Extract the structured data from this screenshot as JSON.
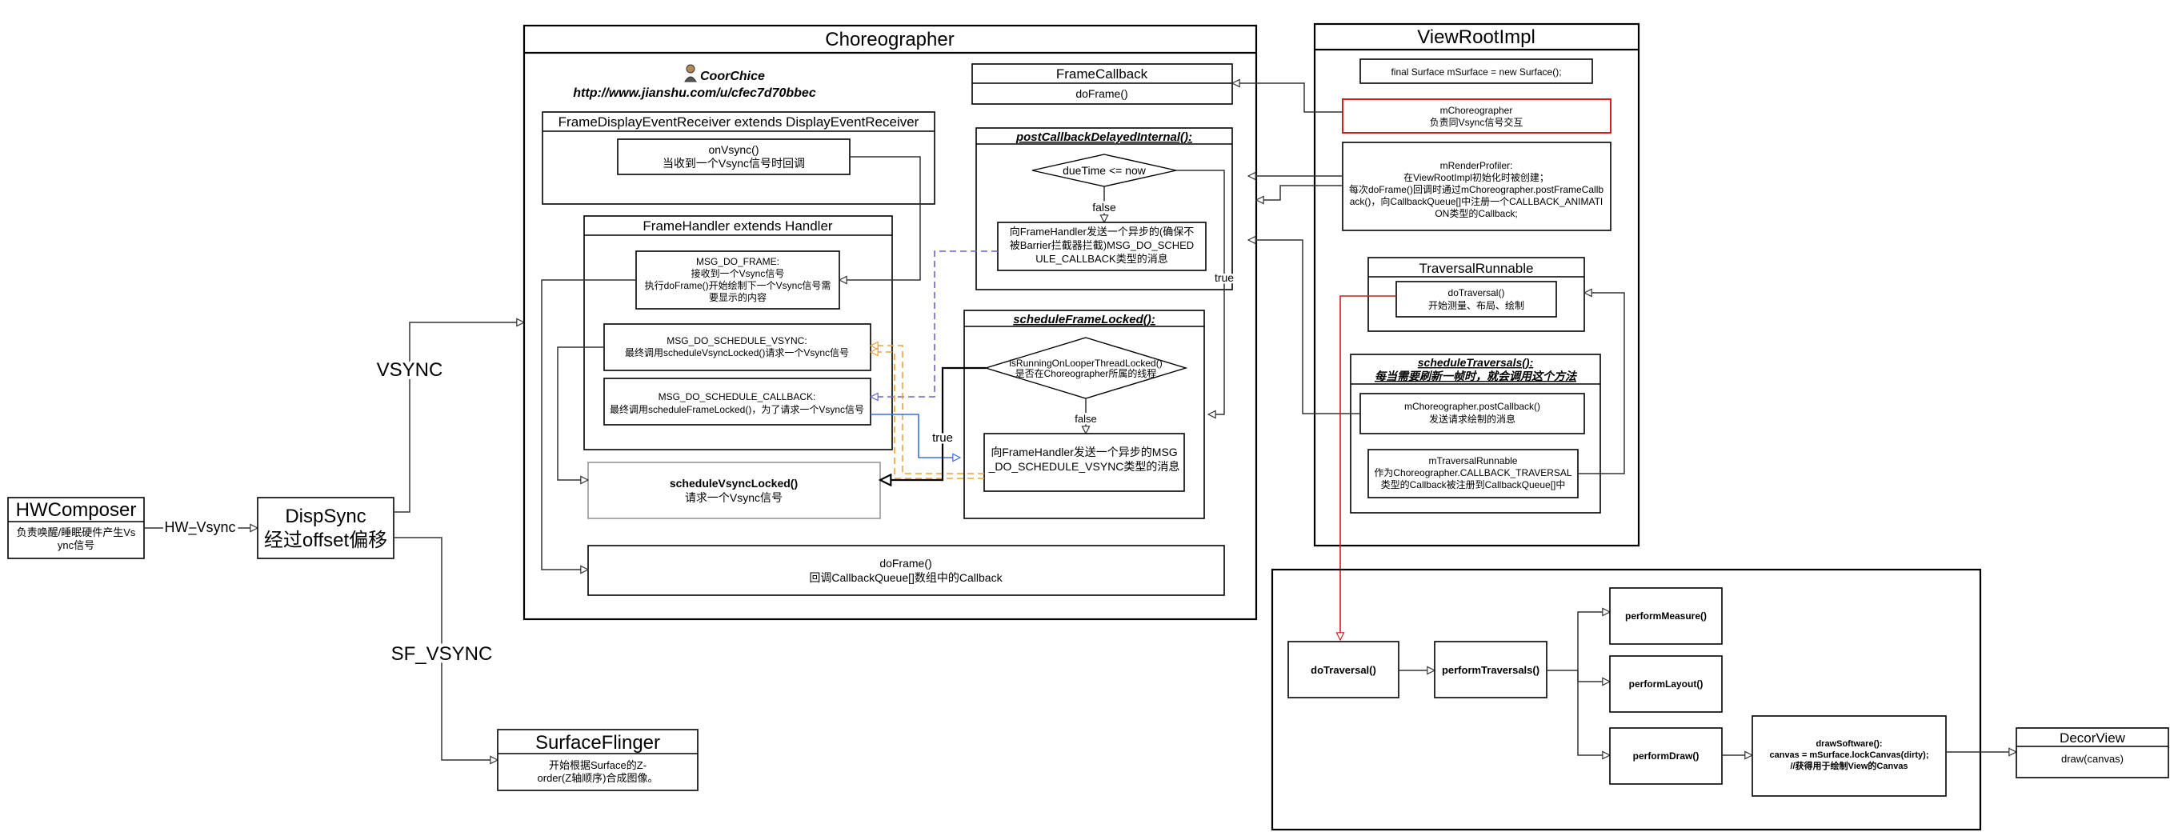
{
  "hwcomposer": {
    "title": "HWComposer",
    "desc1": "负责唤醒/睡眠硬件产生Vs",
    "desc2": "ync信号"
  },
  "hw_vsync_label": "HW_Vsync",
  "dispsync": {
    "title1": "DispSync",
    "title2": "经过offset偏移"
  },
  "vsync_label": "VSYNC",
  "sf_vsync_label": "SF_VSYNC",
  "surfaceflinger": {
    "title": "SurfaceFlinger",
    "desc1": "开始根据Surface的Z-",
    "desc2": "order(Z轴顺序)合成图像。"
  },
  "choreographer": {
    "title": "Choreographer",
    "author_name": "CoorChice",
    "author_url": "http://www.jianshu.com/u/cfec7d70bbec",
    "frame_callback": {
      "title": "FrameCallback",
      "method": "doFrame()"
    },
    "receiver": {
      "title": "FrameDisplayEventReceiver extends DisplayEventReceiver",
      "onvsync1": "onVsync()",
      "onvsync2": "当收到一个Vsync信号时回调"
    },
    "post_callback": {
      "title": "postCallbackDelayedInternal():",
      "condition": "dueTime <= now",
      "false_label": "false",
      "true_label": "true",
      "msg1": "向FrameHandler发送一个异步的(确保不",
      "msg2": "被Barrier拦截器拦截)MSG_DO_SCHED",
      "msg3": "ULE_CALLBACK类型的消息"
    },
    "frame_handler": {
      "title": "FrameHandler extends Handler",
      "do_frame": [
        "MSG_DO_FRAME:",
        "接收到一个Vsync信号",
        "执行doFrame()开始绘制下一个Vsync信号需",
        "要显示的内容"
      ],
      "schedule_vsync": [
        "MSG_DO_SCHEDULE_VSYNC:",
        "最终调用scheduleVsyncLocked()请求一个Vsync信号"
      ],
      "schedule_callback": [
        "MSG_DO_SCHEDULE_CALLBACK:",
        "最终调用scheduleFrameLocked()，为了请求一个Vsync信号"
      ]
    },
    "schedule_frame": {
      "title": "scheduleFrameLocked():",
      "cond1": "isRunningOnLooperThreadLocked()",
      "cond2": "是否在Choreographer所属的线程",
      "true_label": "true",
      "false_label": "false",
      "msg1": "向FrameHandler发送一个异步的MSG",
      "msg2": "_DO_SCHEDULE_VSYNC类型的消息"
    },
    "schedule_vsync_locked": {
      "title": "scheduleVsyncLocked()",
      "desc": "请求一个Vsync信号"
    },
    "do_frame": {
      "title": "doFrame()",
      "desc": "回调CallbackQueue[]数组中的Callback"
    }
  },
  "viewrootimpl": {
    "title": "ViewRootImpl",
    "surface": "final Surface mSurface = new Surface();",
    "choreographer1": "mChoreographer",
    "choreographer2": "负责同Vsync信号交互",
    "render_profiler": [
      "mRenderProfiler:",
      "在ViewRootImpl初始化时被创建；",
      "每次doFrame()回调时通过mChoreographer.postFrameCallb",
      "ack()，向CallbackQueue[]中注册一个CALLBACK_ANIMATI",
      "ON类型的Callback;"
    ],
    "traversal_runnable": {
      "title": "TraversalRunnable",
      "method1": "doTraversal()",
      "method2": "开始测量、布局、绘制"
    },
    "schedule_traversals": {
      "title1": "scheduleTraversals():",
      "title2": "每当需要刷新一帧时，就会调用这个方法",
      "post1": "mChoreographer.postCallback()",
      "post2": "发送请求绘制的消息",
      "runnable": [
        "mTraversalRunnable",
        "作为Choreographer.CALLBACK_TRAVERSAL",
        "类型的Callback被注册到CallbackQueue[]中"
      ]
    }
  },
  "traversal_flow": {
    "do_traversal": "doTraversal()",
    "perform_traversals": "performTraversals()",
    "perform_measure": "performMeasure()",
    "perform_layout": "performLayout()",
    "perform_draw": "performDraw()",
    "draw_software": [
      "drawSoftware():",
      "canvas = mSurface.lockCanvas(dirty);",
      "//获得用于绘制View的Canvas"
    ]
  },
  "decorview": {
    "title": "DecorView",
    "method": "draw(canvas)"
  },
  "colors": {
    "red": "#d11f1f",
    "purple": "#6666cc",
    "orange": "#e8a33c",
    "blue": "#3b6fd6"
  }
}
